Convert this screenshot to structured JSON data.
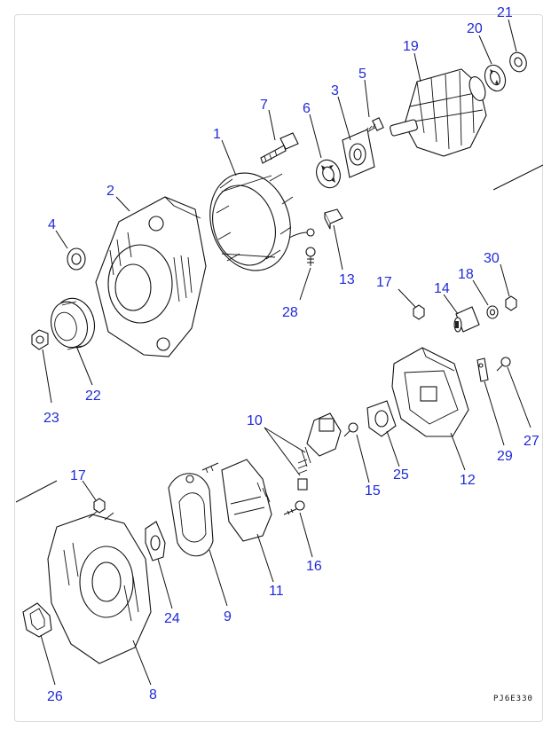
{
  "diagram": {
    "code": "PJ6E330",
    "parts": [
      {
        "label": "1"
      },
      {
        "label": "2"
      },
      {
        "label": "3"
      },
      {
        "label": "4"
      },
      {
        "label": "5"
      },
      {
        "label": "6"
      },
      {
        "label": "7"
      },
      {
        "label": "8"
      },
      {
        "label": "9"
      },
      {
        "label": "10"
      },
      {
        "label": "11"
      },
      {
        "label": "12"
      },
      {
        "label": "13"
      },
      {
        "label": "14"
      },
      {
        "label": "15"
      },
      {
        "label": "16"
      },
      {
        "label": "17"
      },
      {
        "label": "17"
      },
      {
        "label": "18"
      },
      {
        "label": "19"
      },
      {
        "label": "20"
      },
      {
        "label": "21"
      },
      {
        "label": "22"
      },
      {
        "label": "23"
      },
      {
        "label": "24"
      },
      {
        "label": "25"
      },
      {
        "label": "26"
      },
      {
        "label": "27"
      },
      {
        "label": "28"
      },
      {
        "label": "29"
      },
      {
        "label": "30"
      }
    ]
  },
  "colors": {
    "label": "#1f2ad6",
    "line": "#111111"
  }
}
